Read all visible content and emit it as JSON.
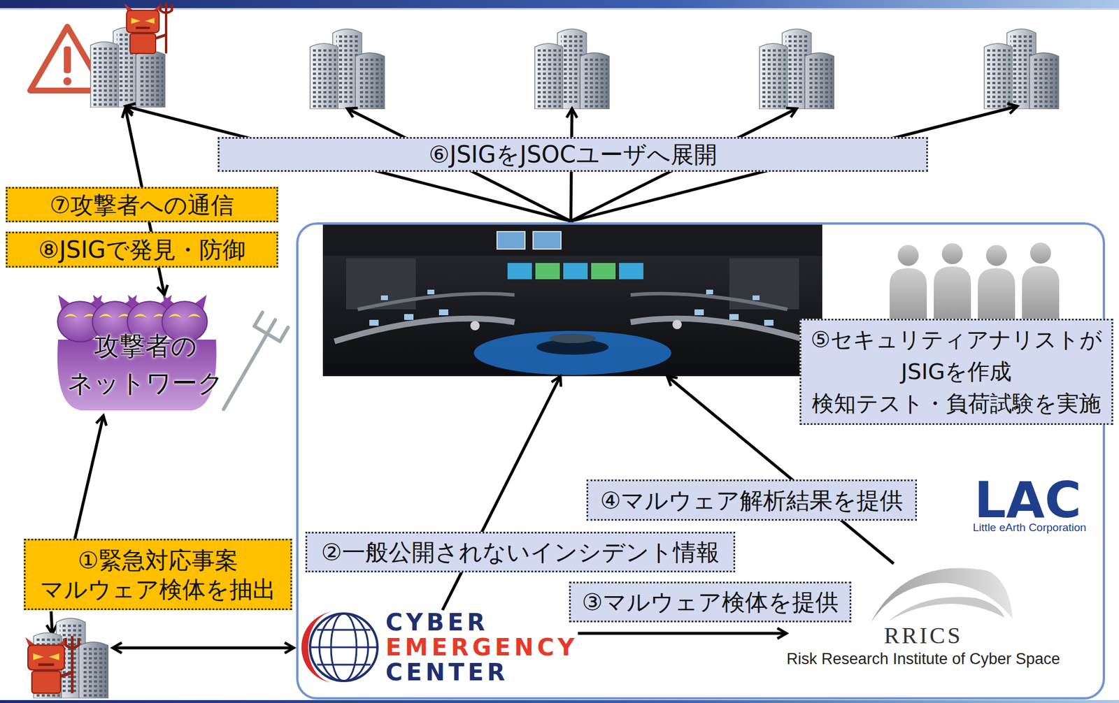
{
  "diagram": {
    "nodes": [
      {
        "text": [
          "⑥JSIGをJSOCユーザへ展開"
        ]
      },
      {
        "text": [
          "⑦攻撃者への通信"
        ]
      },
      {
        "text": [
          "⑧JSIGで発見・防御"
        ]
      },
      {
        "text": [
          "攻撃者の ネットワーク"
        ]
      },
      {
        "text": [
          "①緊急対応事案 マルウェア検体を抽出"
        ]
      },
      {
        "text": [
          "LAC",
          "Little eArth Corporation"
        ]
      },
      {
        "text": [
          "⑤セキュリティアナリストが JSIGを作成 検知テスト・負荷試験を実施"
        ],
        "in": 5
      },
      {
        "text": [
          "CYBER EMERGENCY CENTER"
        ],
        "in": 5
      },
      {
        "text": [
          "RRICS",
          "Risk Research Institute of Cyber Space"
        ],
        "in": 5
      }
    ],
    "edges": [
      {
        "from": 7,
        "to": 6,
        "arrow": "to",
        "label": "②一般公開されないインシデント情報"
      },
      {
        "from": 7,
        "to": 8,
        "arrow": "to",
        "label": "③マルウェア検体を提供"
      },
      {
        "from": 8,
        "to": 6,
        "arrow": "to",
        "label": "④マルウェア解析結果を提供"
      }
    ]
  }
}
